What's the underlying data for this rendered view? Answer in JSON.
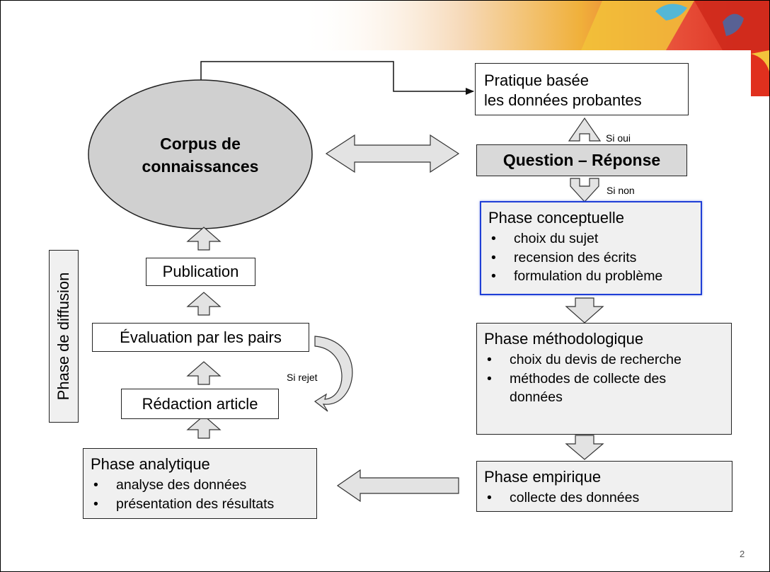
{
  "knowledge_body": {
    "line1": "Corpus de",
    "line2": "connaissances"
  },
  "evidence_practice": {
    "line1": "Pratique basée",
    "line2": "les données probantes"
  },
  "question_response": {
    "label": "Question – Réponse"
  },
  "branch_labels": {
    "yes": "Si oui",
    "no": "Si non",
    "reject": "Si rejet"
  },
  "conceptual_phase": {
    "title": "Phase conceptuelle",
    "items": [
      "choix du sujet",
      "recension des écrits",
      "formulation du problème"
    ],
    "highlight_color": "#1f3fd6"
  },
  "methodological_phase": {
    "title": "Phase méthodologique",
    "items": [
      "choix du devis de recherche",
      "méthodes de collecte des",
      "données"
    ]
  },
  "empirical_phase": {
    "title": "Phase empirique",
    "items": [
      "collecte des données"
    ]
  },
  "analytical_phase": {
    "title": "Phase analytique",
    "items": [
      "analyse des données",
      "présentation des résultats"
    ]
  },
  "writing": {
    "label": "Rédaction article"
  },
  "peer_review": {
    "label": "Évaluation par les pairs"
  },
  "publication": {
    "label": "Publication"
  },
  "diffusion_phase": {
    "label": "Phase de diffusion"
  },
  "page_number": "2",
  "colors": {
    "box_fill": "#f0f0f0",
    "strong_fill": "#d9d9d9",
    "ellipse_fill": "#d0d0d0",
    "arrow_fill": "#e3e3e3"
  }
}
